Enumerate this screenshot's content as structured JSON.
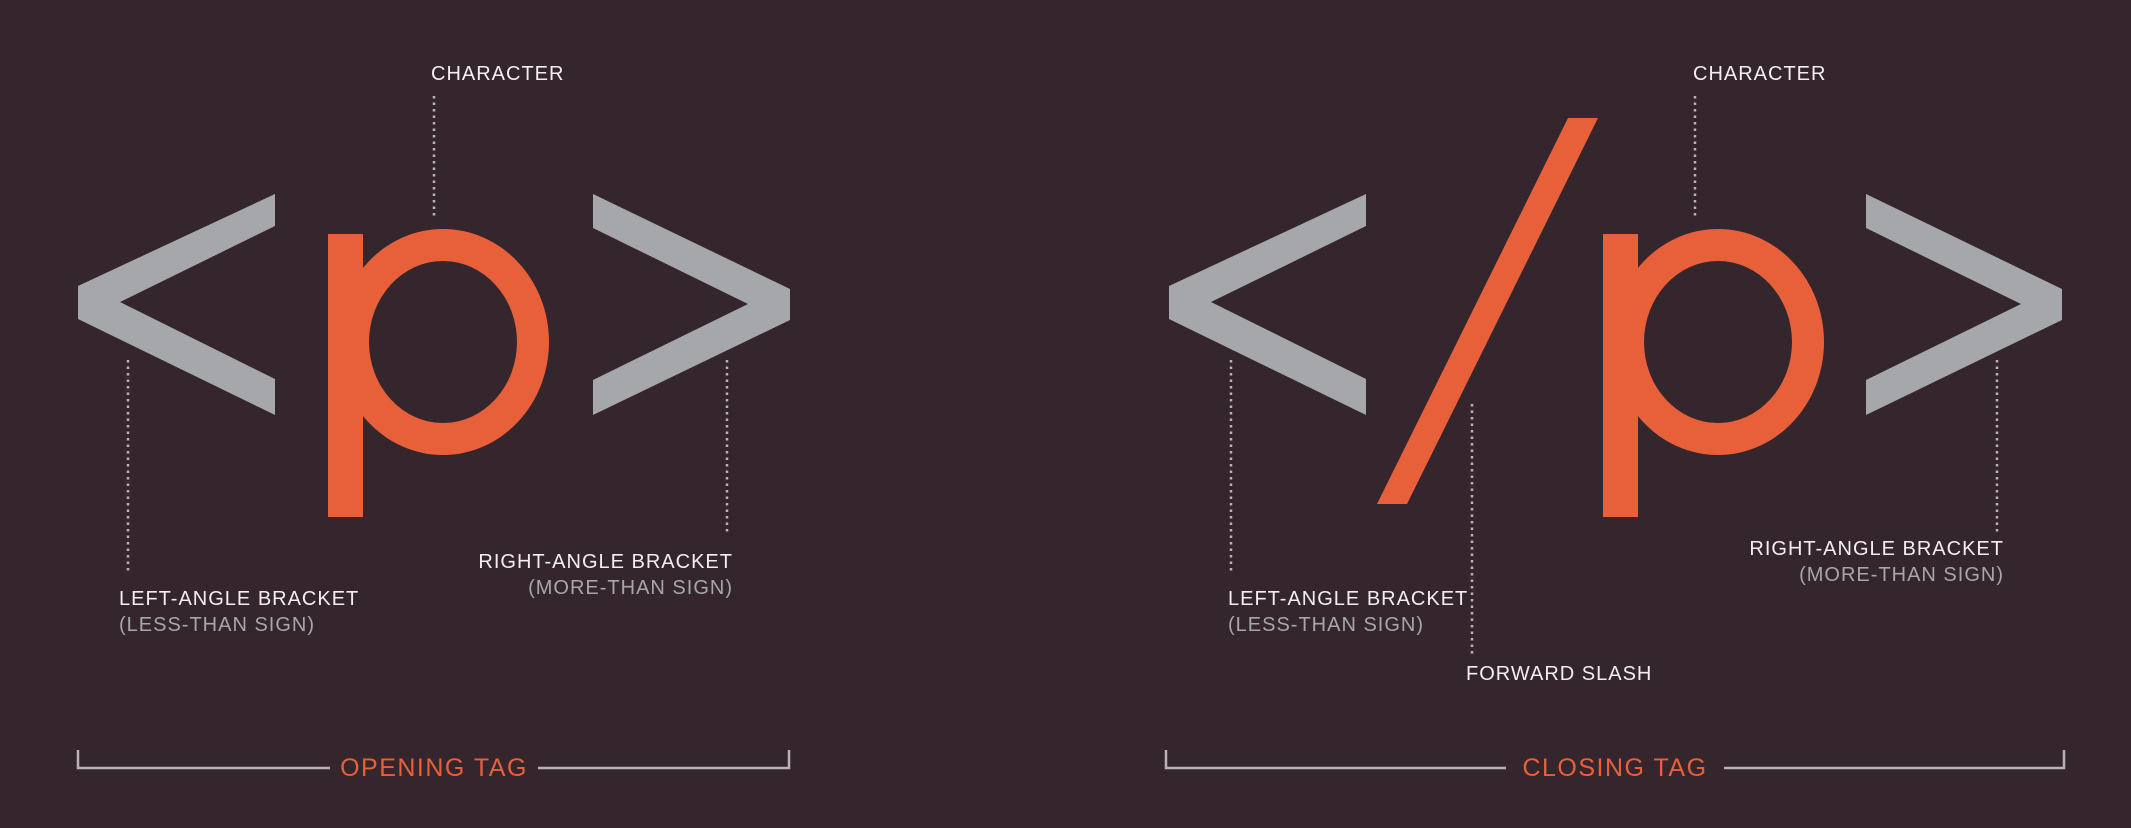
{
  "colors": {
    "background": "#35262e",
    "bracket_grey": "#a6a7ab",
    "accent_orange": "#e8603a",
    "label_white": "#f3eef0",
    "label_grey": "#a6a6ab",
    "guide_line": "#b9b3b6"
  },
  "opening_tag": {
    "glyphs": [
      "<",
      "p",
      ">"
    ],
    "character_label": "CHARACTER",
    "left_bracket_label": "LEFT-ANGLE BRACKET",
    "left_bracket_sublabel": "(LESS-THAN SIGN)",
    "right_bracket_label": "RIGHT-ANGLE BRACKET",
    "right_bracket_sublabel": "(MORE-THAN SIGN)",
    "title": "OPENING TAG"
  },
  "closing_tag": {
    "glyphs": [
      "<",
      "/",
      "p",
      ">"
    ],
    "character_label": "CHARACTER",
    "left_bracket_label": "LEFT-ANGLE BRACKET",
    "left_bracket_sublabel": "(LESS-THAN SIGN)",
    "forward_slash_label": "FORWARD SLASH",
    "right_bracket_label": "RIGHT-ANGLE BRACKET",
    "right_bracket_sublabel": "(MORE-THAN SIGN)",
    "title": "CLOSING TAG"
  }
}
